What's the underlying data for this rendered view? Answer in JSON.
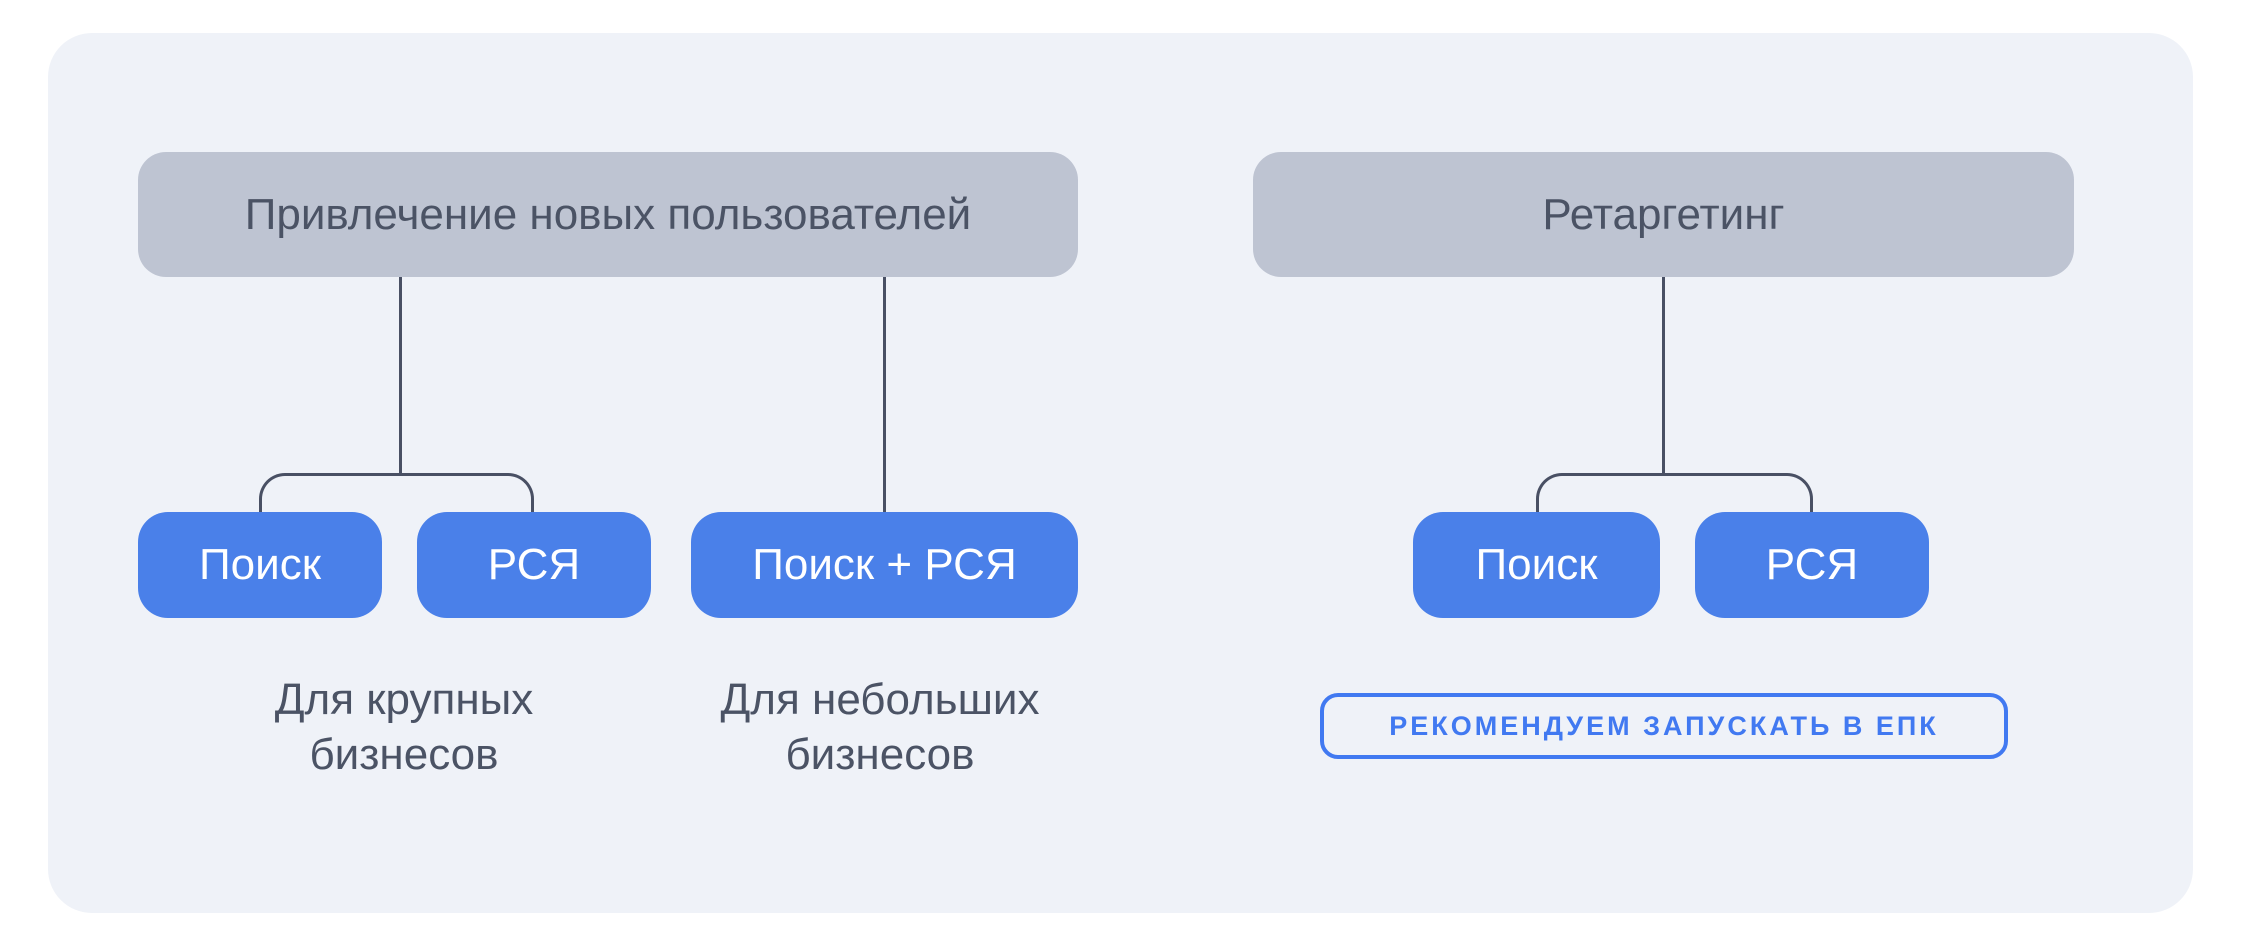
{
  "colors": {
    "panel-bg": "#eff2f8",
    "node-gray": "#bec4d2",
    "node-blue": "#4a80e9",
    "text-dark": "#4b5365",
    "line": "#495064",
    "badge-blue": "#4179f1",
    "white": "#ffffff"
  },
  "groups": {
    "acquisition": {
      "title": "Привлечение новых пользователей",
      "nodes": {
        "search": "Поиск",
        "rsya": "РСЯ",
        "search_plus_rsya": "Поиск + РСЯ"
      },
      "notes": {
        "large_business": "Для крупных\nбизнесов",
        "small_business": "Для небольших\nбизнесов"
      }
    },
    "retargeting": {
      "title": "Ретаргетинг",
      "nodes": {
        "search": "Поиск",
        "rsya": "РСЯ"
      },
      "badge": "РЕКОМЕНДУЕМ ЗАПУСКАТЬ В ЕПК"
    }
  }
}
